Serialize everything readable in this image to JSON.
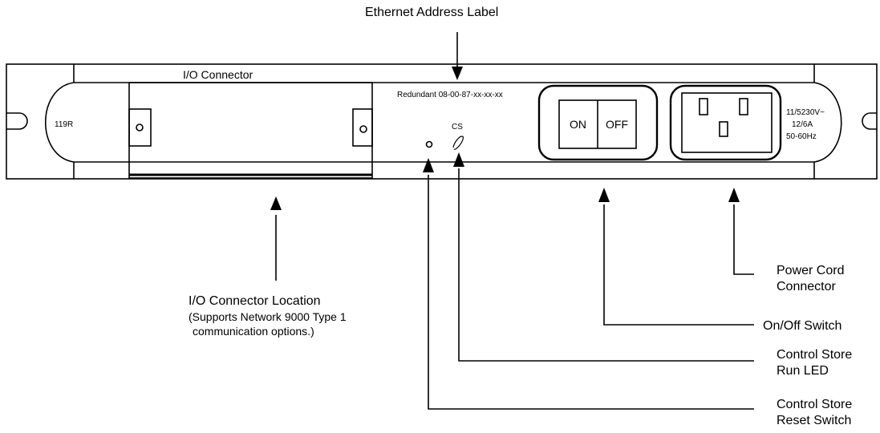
{
  "callouts": {
    "ethernet_label": "Ethernet Address Label",
    "io_location": "I/O Connector Location",
    "io_location_note_1": "(Supports Network 9000 Type 1",
    "io_location_note_2": "communication options.)",
    "power_cord_1": "Power Cord",
    "power_cord_2": "Connector",
    "onoff_switch": "On/Off Switch",
    "cs_run_led_1": "Control Store",
    "cs_run_led_2": "Run LED",
    "cs_reset_1": "Control Store",
    "cs_reset_2": "Reset Switch"
  },
  "panel": {
    "model_label": "119R",
    "io_connector_label": "I/O Connector",
    "ethernet_address": "Redundant 08-00-87-xx-xx-xx",
    "cs_label": "CS",
    "switch_on": "ON",
    "switch_off": "OFF",
    "voltage": "11/5230V~",
    "current": "12/6A",
    "frequency": "50-60Hz"
  }
}
